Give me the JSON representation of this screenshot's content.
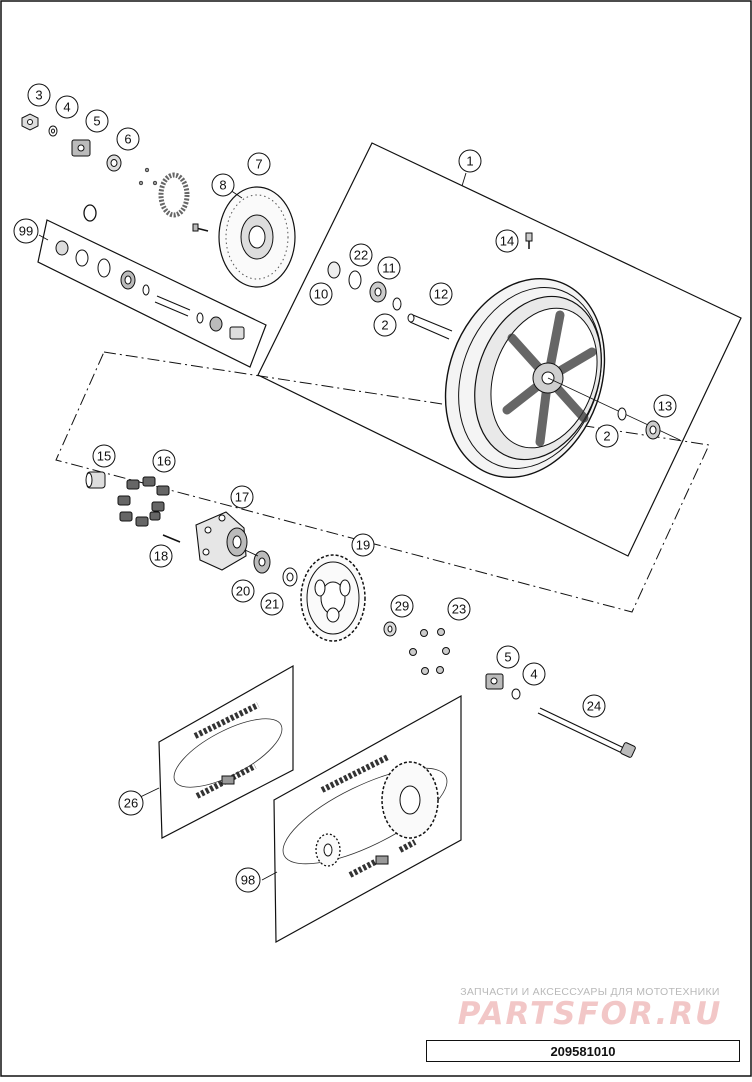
{
  "callouts": [
    {
      "label": "1"
    },
    {
      "label": "3"
    },
    {
      "label": "4"
    },
    {
      "label": "5"
    },
    {
      "label": "6"
    },
    {
      "label": "7"
    },
    {
      "label": "8"
    },
    {
      "label": "99"
    },
    {
      "label": "22"
    },
    {
      "label": "11"
    },
    {
      "label": "10"
    },
    {
      "label": "2"
    },
    {
      "label": "12"
    },
    {
      "label": "14"
    },
    {
      "label": "13"
    },
    {
      "label": "2"
    },
    {
      "label": "15"
    },
    {
      "label": "16"
    },
    {
      "label": "17"
    },
    {
      "label": "18"
    },
    {
      "label": "19"
    },
    {
      "label": "20"
    },
    {
      "label": "21"
    },
    {
      "label": "29"
    },
    {
      "label": "23"
    },
    {
      "label": "5"
    },
    {
      "label": "4"
    },
    {
      "label": "24"
    },
    {
      "label": "26"
    },
    {
      "label": "98"
    }
  ],
  "watermark": {
    "tagline": "ЗАПЧАСТИ И АКСЕССУАРЫ ДЛЯ МОТОТЕХНИКИ",
    "logo": "PARTSFOR.RU"
  },
  "drawing_number": "209581010"
}
